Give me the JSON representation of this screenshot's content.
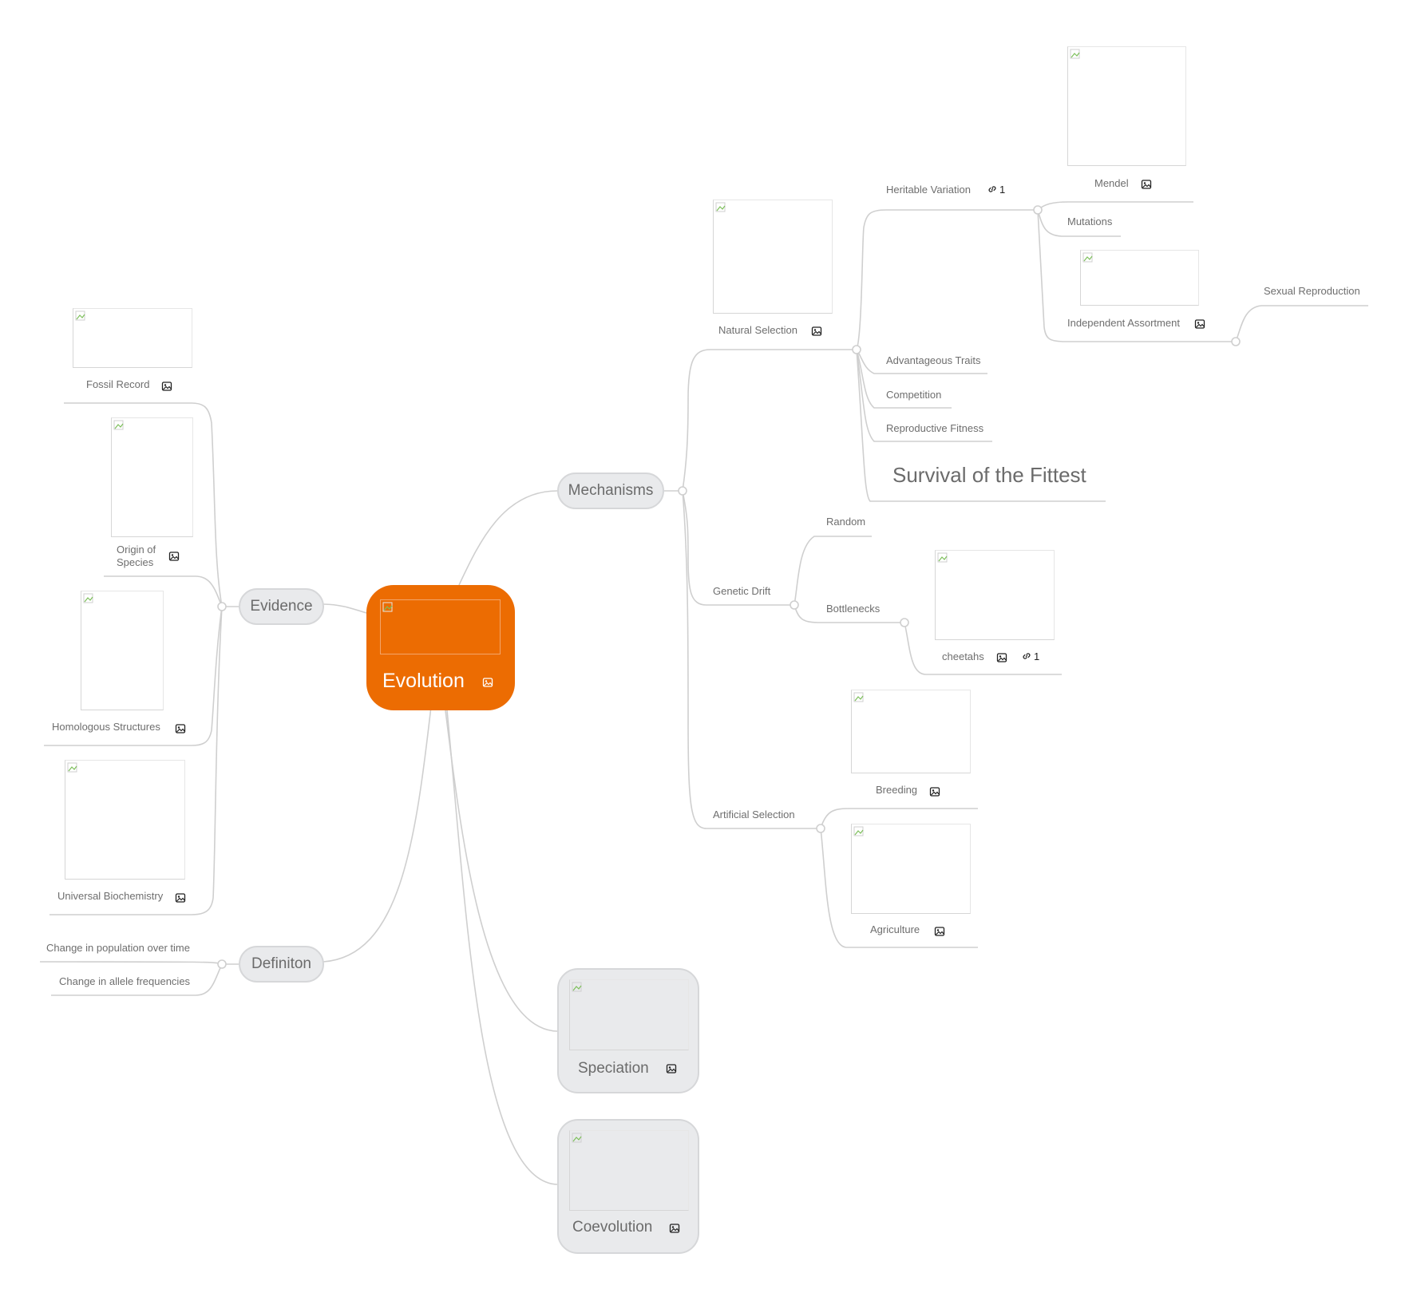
{
  "root": {
    "title": "Evolution",
    "icon": "image-icon",
    "color": "#ec6c02"
  },
  "branches": {
    "mechanisms": "Mechanisms",
    "evidence": "Evidence",
    "definition": "Definiton",
    "speciation": "Speciation",
    "coevolution": "Coevolution"
  },
  "mechanisms": {
    "natural_selection": "Natural Selection",
    "heritable_variation": "Heritable Variation",
    "heritable_variation_links": "1",
    "mendel": "Mendel",
    "mutations": "Mutations",
    "independent_assortment": "Independent Assortment",
    "sexual_reproduction": "Sexual Reproduction",
    "advantageous_traits": "Advantageous Traits",
    "competition": "Competition",
    "reproductive_fitness": "Reproductive Fitness",
    "survival": "Survival of the Fittest",
    "genetic_drift": "Genetic Drift",
    "random": "Random",
    "bottlenecks": "Bottlenecks",
    "cheetahs": "cheetahs",
    "cheetahs_links": "1",
    "artificial_selection": "Artificial Selection",
    "breeding": "Breeding",
    "agriculture": "Agriculture"
  },
  "evidence": {
    "fossil_record": "Fossil Record",
    "origin_line1": "Origin of",
    "origin_line2": "Species",
    "homologous": "Homologous Structures",
    "biochemistry": "Universal Biochemistry"
  },
  "definition": {
    "population": "Change in population over time",
    "allele": "Change in allele frequencies"
  },
  "colors": {
    "connector": "#cfcfcf",
    "branch_fill": "#e9eaec",
    "branch_border": "#d6d7d9"
  }
}
